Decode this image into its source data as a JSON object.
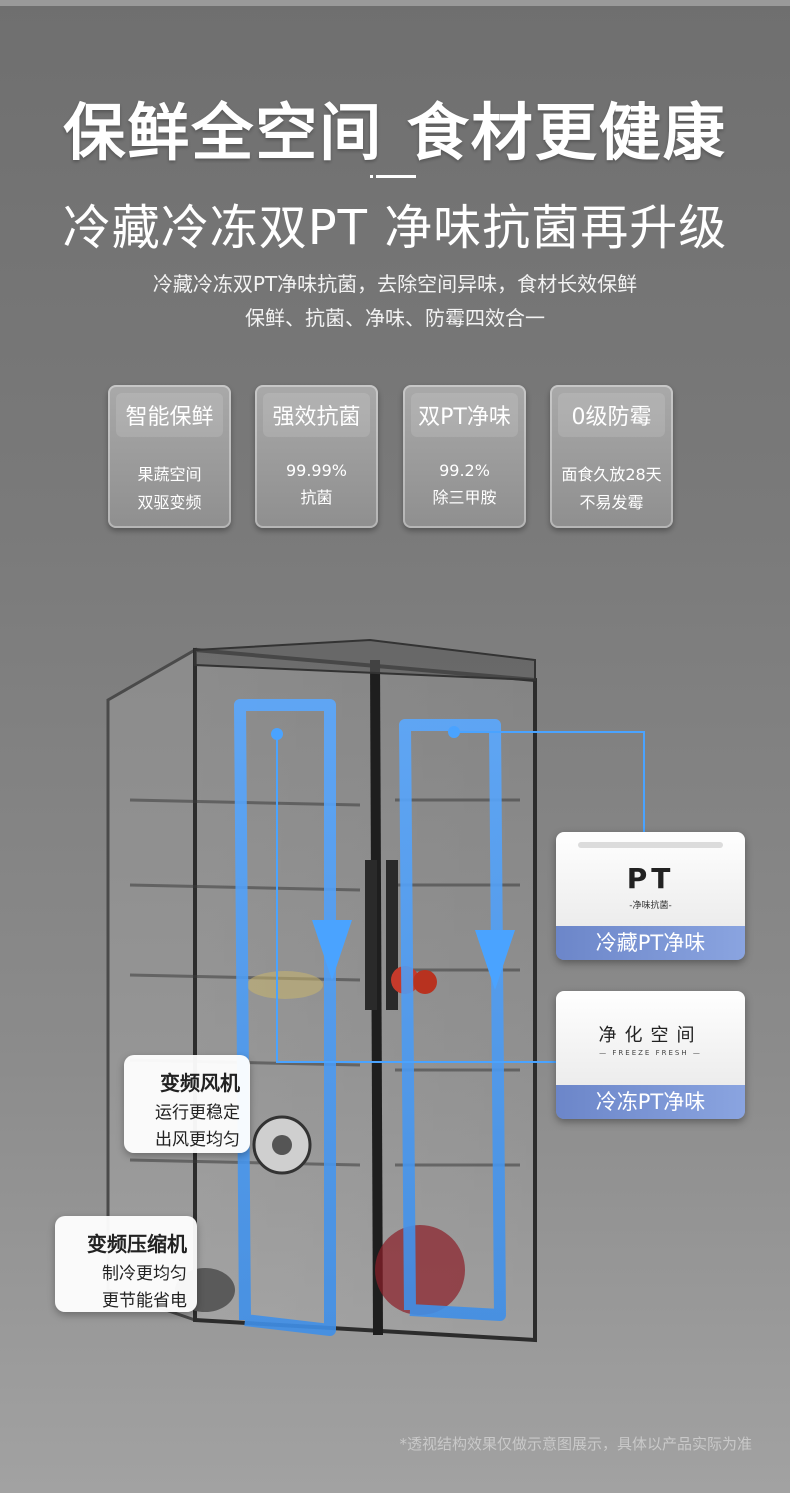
{
  "headline": "保鲜全空间 食材更健康",
  "subhead": "冷藏冷冻双PT 净味抗菌再升级",
  "description": {
    "line1": "冷藏冷冻双PT净味抗菌，去除空间异味，食材长效保鲜",
    "line2": "保鲜、抗菌、净味、防霉四效合一"
  },
  "features": [
    {
      "title": "智能保鲜",
      "line1": "果蔬空间",
      "line2": "双驱变频"
    },
    {
      "title": "强效抗菌",
      "line1": "99.99%",
      "line2": "抗菌"
    },
    {
      "title": "双PT净味",
      "line1": "99.2%",
      "line2": "除三甲胺"
    },
    {
      "title": "0级防霉",
      "line1": "面食久放28天",
      "line2": "不易发霉"
    }
  ],
  "pt_modules": {
    "fridge": {
      "logo": "PT",
      "logo_sub": "-净味抗菌-",
      "caption": "冷藏PT净味"
    },
    "freezer": {
      "title": "净化空间",
      "sub": "— FREEZE FRESH —",
      "caption": "冷冻PT净味"
    }
  },
  "callouts": {
    "fan": {
      "title": "变频风机",
      "line1": "运行更稳定",
      "line2": "出风更均匀"
    },
    "compressor": {
      "title": "变频压缩机",
      "line1": "制冷更均匀",
      "line2": "更节能省电"
    }
  },
  "footnote": "*透视结构效果仅做示意图展示，具体以产品实际为准",
  "colors": {
    "airflow": "#4aa3ff",
    "caption_bar": "#7d97d6",
    "background": "#777777"
  }
}
